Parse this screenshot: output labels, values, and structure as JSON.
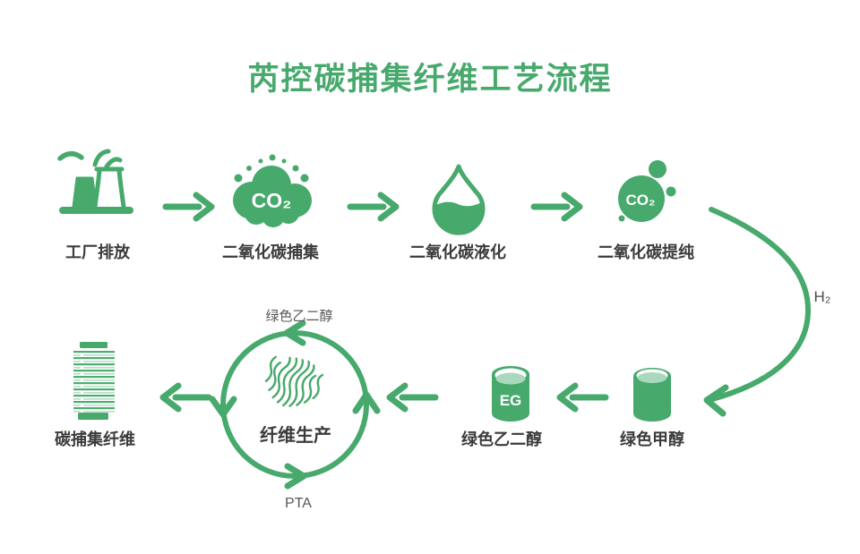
{
  "title": "芮控碳捕集纤维工艺流程",
  "colors": {
    "green": "#47A96C",
    "green_light": "#A9D8BD",
    "text_dark": "#3B3B3B",
    "text_gray": "#575757",
    "background": "#FFFFFF"
  },
  "top_row": {
    "factory_label": "工厂排放",
    "capture_label": "二氧化碳捕集",
    "capture_icon_text": "CO₂",
    "liquefy_label": "二氧化碳液化",
    "purify_label": "二氧化碳提纯",
    "purify_icon_text": "CO₂"
  },
  "h2_label": "H₂",
  "bottom_row": {
    "methanol_label": "绿色甲醇",
    "eg_label": "绿色乙二醇",
    "eg_icon_text": "EG",
    "cycle_top_label": "绿色乙二醇",
    "cycle_center_label": "纤维生产",
    "cycle_bottom_label": "PTA",
    "fiber_label": "碳捕集纤维"
  }
}
